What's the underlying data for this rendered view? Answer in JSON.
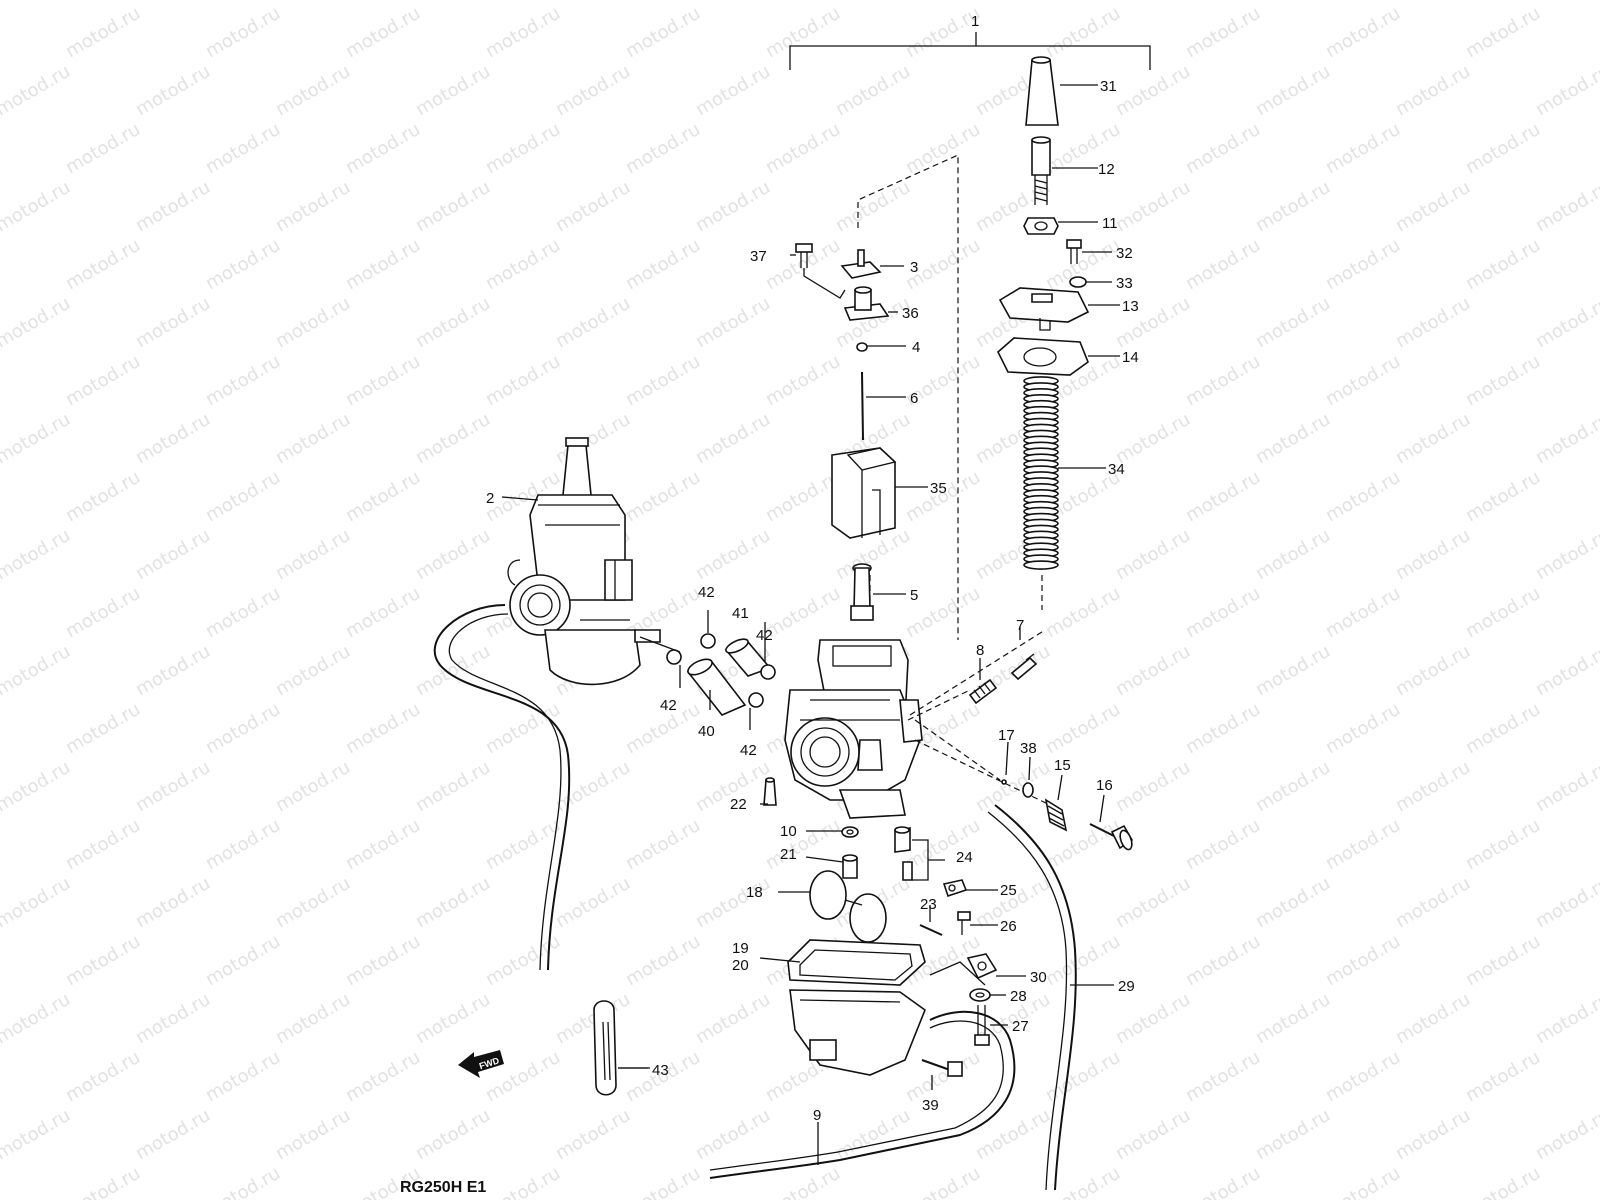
{
  "diagram": {
    "watermark_text": "motod.ru",
    "footer_code": "RG250H E1",
    "fwd_label": "FWD",
    "labels": {
      "p1": "1",
      "p2": "2",
      "p3": "3",
      "p4": "4",
      "p5": "5",
      "p6": "6",
      "p7": "7",
      "p8": "8",
      "p9": "9",
      "p10": "10",
      "p11": "11",
      "p12": "12",
      "p13": "13",
      "p14": "14",
      "p15": "15",
      "p16": "16",
      "p17": "17",
      "p18": "18",
      "p19": "19",
      "p20": "20",
      "p21": "21",
      "p22": "22",
      "p23": "23",
      "p24": "24",
      "p25": "25",
      "p26": "26",
      "p27": "27",
      "p28": "28",
      "p29": "29",
      "p30": "30",
      "p31": "31",
      "p32": "32",
      "p33": "33",
      "p34": "34",
      "p35": "35",
      "p36": "36",
      "p37": "37",
      "p38": "38",
      "p39": "39",
      "p40": "40",
      "p41": "41",
      "p42a": "42",
      "p42b": "42",
      "p42c": "42",
      "p42d": "42",
      "p43": "43"
    }
  }
}
